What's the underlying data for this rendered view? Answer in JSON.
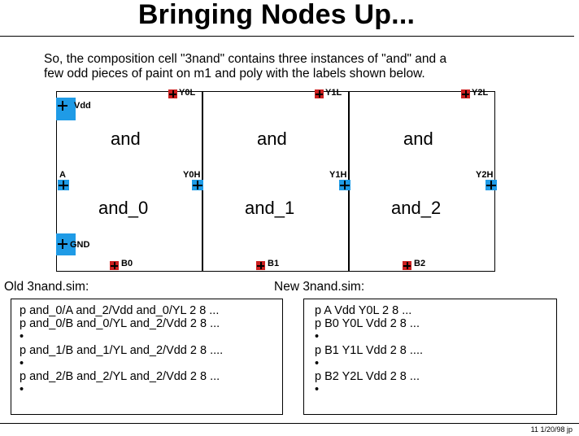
{
  "title": "Bringing Nodes Up...",
  "intro": {
    "line1": "So, the composition cell \"3nand\" contains three instances of \"and\" and a",
    "line2": "few odd pieces of paint on m1 and poly with the labels shown below."
  },
  "cells": [
    {
      "name": "and",
      "instance": "and_0",
      "out_low": "Y0L",
      "out_high": "Y0H",
      "input": "B0"
    },
    {
      "name": "and",
      "instance": "and_1",
      "out_low": "Y1L",
      "out_high": "Y1H",
      "input": "B1"
    },
    {
      "name": "and",
      "instance": "and_2",
      "out_low": "Y2L",
      "out_high": "Y2H",
      "input": "B2"
    }
  ],
  "pins": {
    "vdd": "Vdd",
    "a": "A",
    "gnd": "GND"
  },
  "colors": {
    "poly": "#cc1f1f",
    "m1": "#1f9be6"
  },
  "old_sim": {
    "heading": "Old 3nand.sim:",
    "lines": [
      "p and_0/A and_2/Vdd and_0/YL 2 8 ...",
      "p and_0/B and_0/YL and_2/Vdd 2 8 ...",
      "•",
      "p and_1/B and_1/YL and_2/Vdd 2 8 ....",
      "•",
      "p and_2/B and_2/YL and_2/Vdd 2 8 ...",
      "•"
    ]
  },
  "new_sim": {
    "heading": "New 3nand.sim:",
    "lines": [
      "p A Vdd Y0L 2 8 ...",
      "p B0 Y0L Vdd 2 8 ...",
      "•",
      "p B1 Y1L Vdd 2 8 ....",
      "•",
      "p B2 Y2L Vdd 2 8 ...",
      "•"
    ]
  },
  "footer": "11  1/20/98  jp"
}
